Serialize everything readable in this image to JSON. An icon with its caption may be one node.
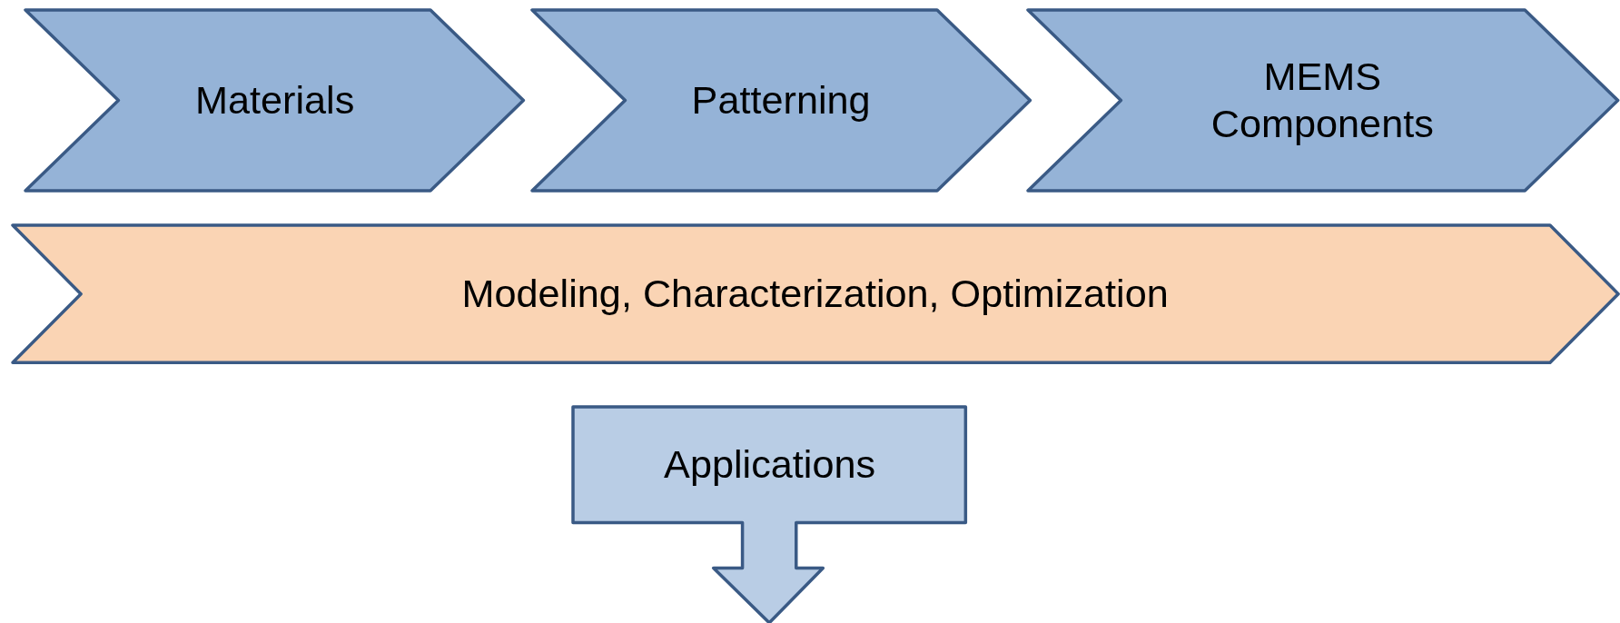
{
  "diagram": {
    "nodes": [
      {
        "text": [
          "Materials"
        ]
      },
      {
        "text": [
          "Patterning"
        ]
      },
      {
        "text": [
          "MEMS Components"
        ]
      },
      {
        "text": [
          "Modeling, Characterization, Optimization"
        ]
      },
      {
        "text": [
          "Applications"
        ]
      }
    ]
  }
}
